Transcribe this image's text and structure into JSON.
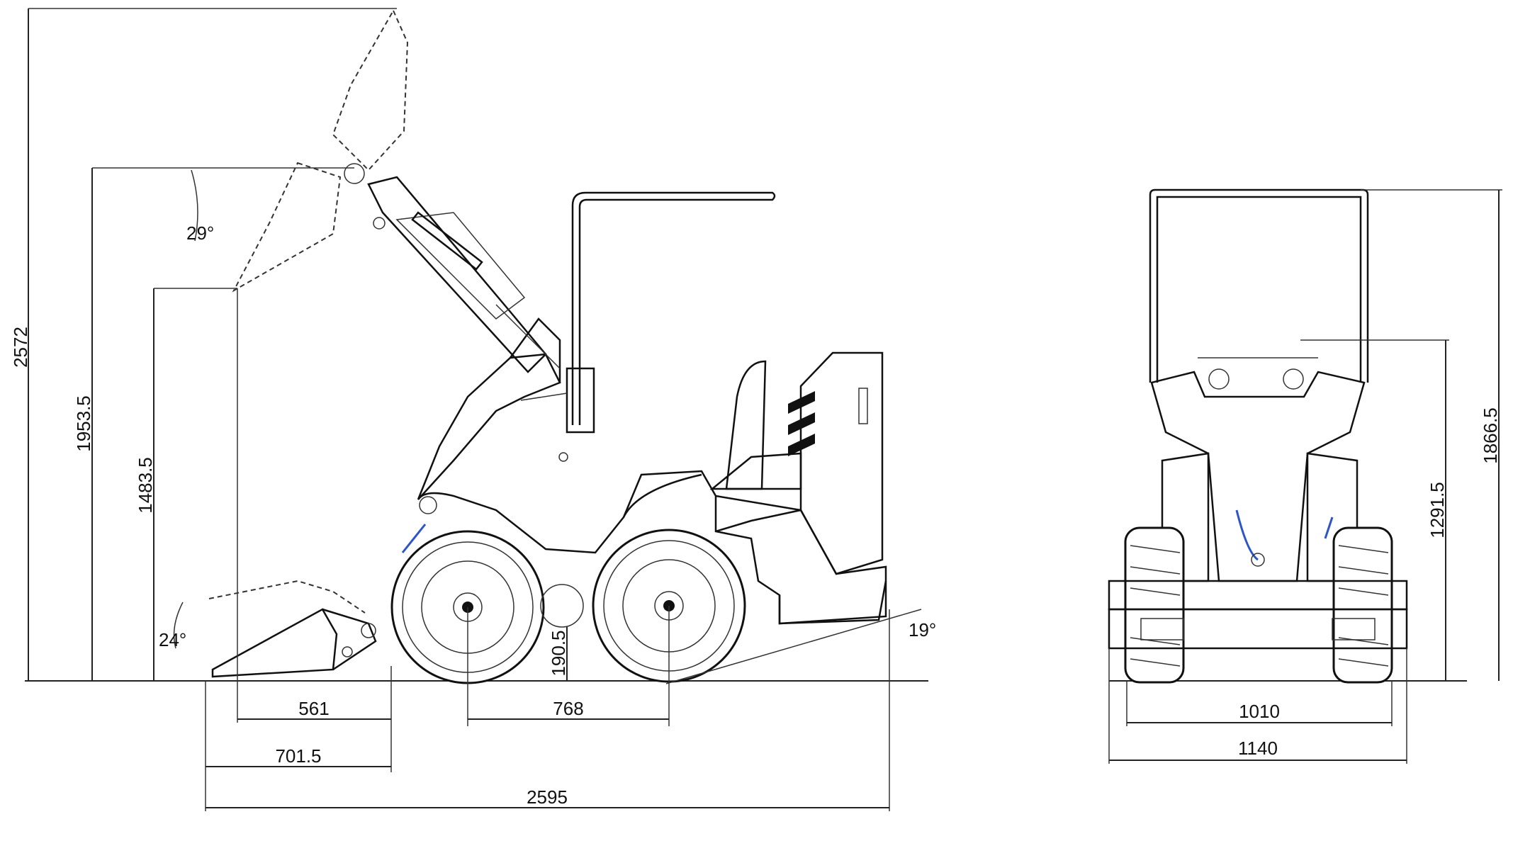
{
  "side_view": {
    "overall_height": "2572",
    "pivot_height": "1953.5",
    "dump_height": "1483.5",
    "dump_angle": "29°",
    "rollback_angle": "24°",
    "departure_angle": "19°",
    "ground_clearance": "190.5",
    "reach_at_dump": "561",
    "bucket_overhang": "701.5",
    "wheelbase": "768",
    "overall_length": "2595"
  },
  "front_view": {
    "overall_height": "1866.5",
    "seat_height": "1291.5",
    "track_width": "1010",
    "overall_width": "1140"
  }
}
